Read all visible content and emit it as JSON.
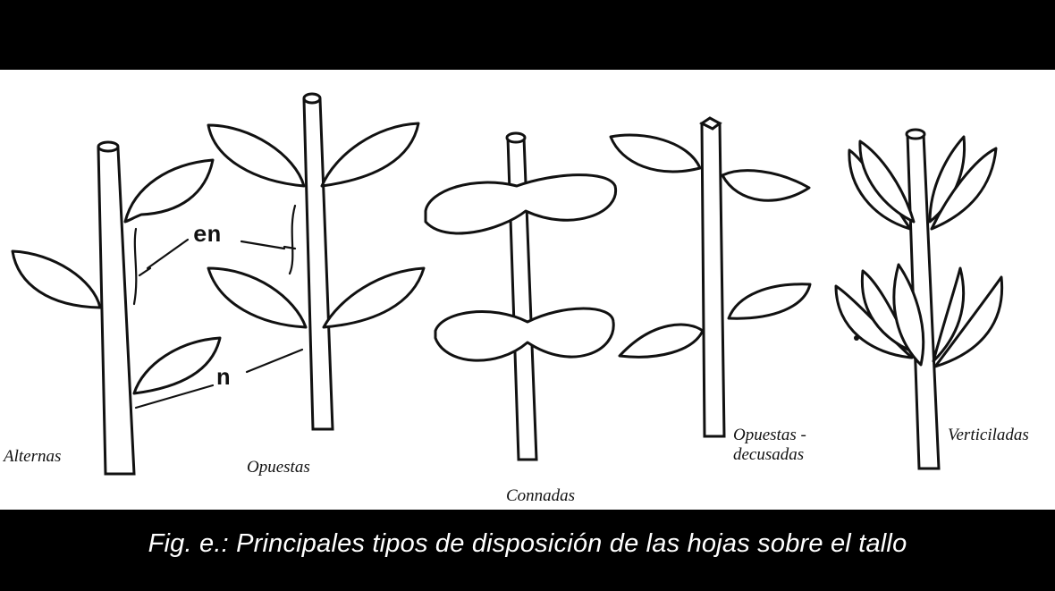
{
  "figure": {
    "labels": {
      "alternas": "Alternas",
      "opuestas": "Opuestas",
      "connadas": "Connadas",
      "opuestas_decusadas_line1": "Opuestas -",
      "opuestas_decusadas_line2": "decusadas",
      "verticiladas": "Verticiladas"
    },
    "markers": {
      "internode": "en",
      "node": "n"
    }
  },
  "caption": {
    "text": "Fig. e.: Principales tipos de disposición de las hojas sobre el tallo"
  }
}
